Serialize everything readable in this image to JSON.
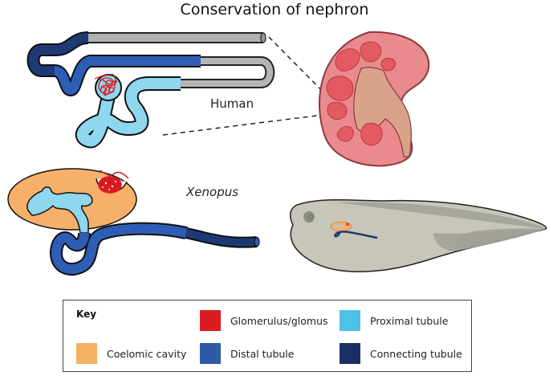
{
  "title": "Conservation of nephron",
  "labels": {
    "human": "Human",
    "xenopus": "Xenopus"
  },
  "colors": {
    "glomerulus": "#dd1c22",
    "proximal": "#8ad8f0",
    "coelomic": "#f4b163",
    "distal": "#2f5fb3",
    "connecting": "#1a2f65",
    "loop": "#a9a9a9",
    "kidney": "#e8868a",
    "tadpole": "#c9c6b9"
  },
  "key": {
    "title": "Key",
    "items": [
      {
        "label": "Glomerulus/glomus",
        "color": "#dd1c22"
      },
      {
        "label": "Proximal tubule",
        "color": "#4fc0e6"
      },
      {
        "label": "Coelomic cavity",
        "color": "#f4b163"
      },
      {
        "label": "Distal tubule",
        "color": "#2f5aa8"
      },
      {
        "label": "Connecting tubule",
        "color": "#1a2f65"
      }
    ]
  }
}
